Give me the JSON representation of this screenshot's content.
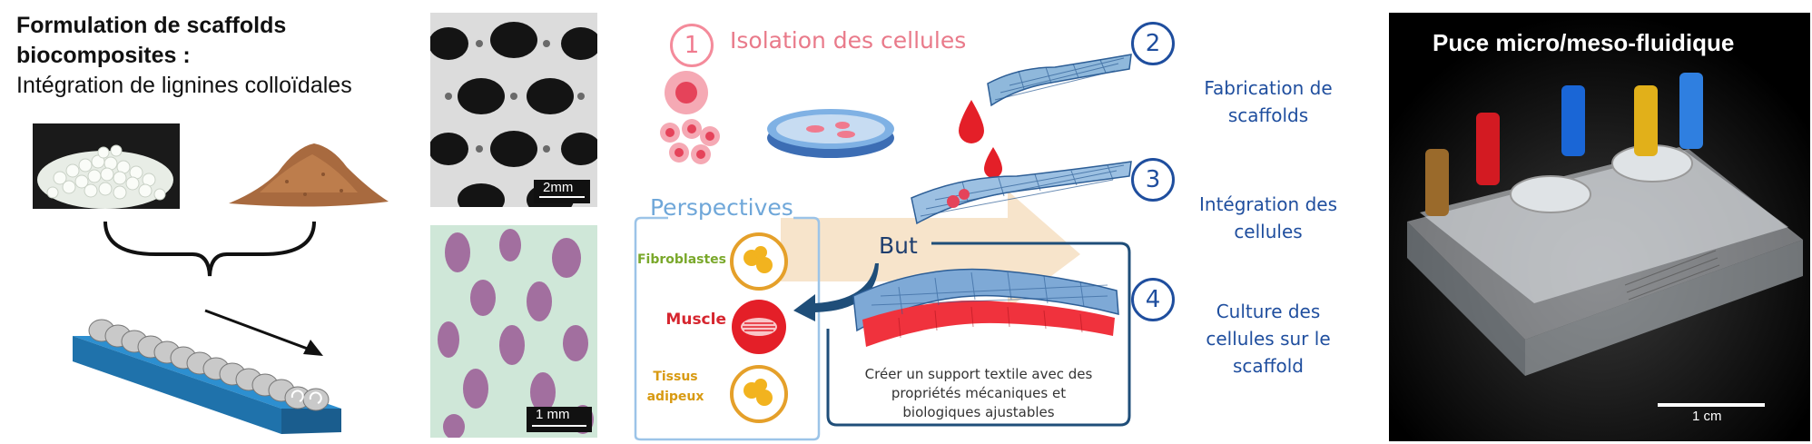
{
  "left": {
    "title_line1": "Formulation de scaffolds",
    "title_line2": "biocomposites :",
    "subtitle": "Intégration de lignines colloïdales"
  },
  "micrographs": {
    "sem_scale": "2mm",
    "stain_scale": "1 mm"
  },
  "process": {
    "step1_number": "1",
    "step1_label": "Isolation des cellules",
    "step2_number": "2",
    "step2_label_line1": "Fabrication de",
    "step2_label_line2": "scaffolds",
    "step3_number": "3",
    "step3_label_line1": "Intégration des",
    "step3_label_line2": "cellules",
    "step4_number": "4",
    "step4_label_line1": "Culture des",
    "step4_label_line2": "cellules sur le",
    "step4_label_line3": "scaffold"
  },
  "perspectives": {
    "title": "Perspectives",
    "items": [
      {
        "label": "Fibroblastes",
        "color": "#7aa82b"
      },
      {
        "label": "Muscle",
        "color": "#d6262f"
      },
      {
        "label_line1": "Tissus",
        "label_line2": "adipeux",
        "color": "#d89a12"
      }
    ]
  },
  "goal": {
    "title": "But",
    "text_line1": "Créer un support textile avec des",
    "text_line2": "propriétés mécaniques et",
    "text_line3": "biologiques ajustables"
  },
  "chip": {
    "title": "Puce micro/meso-fluidique",
    "scale": "1 cm"
  },
  "colors": {
    "step_blue": "#1f4e9e",
    "step_pink": "#f07a8e",
    "perspective_blue": "#6fa7d9",
    "chip_background": "#000000"
  }
}
